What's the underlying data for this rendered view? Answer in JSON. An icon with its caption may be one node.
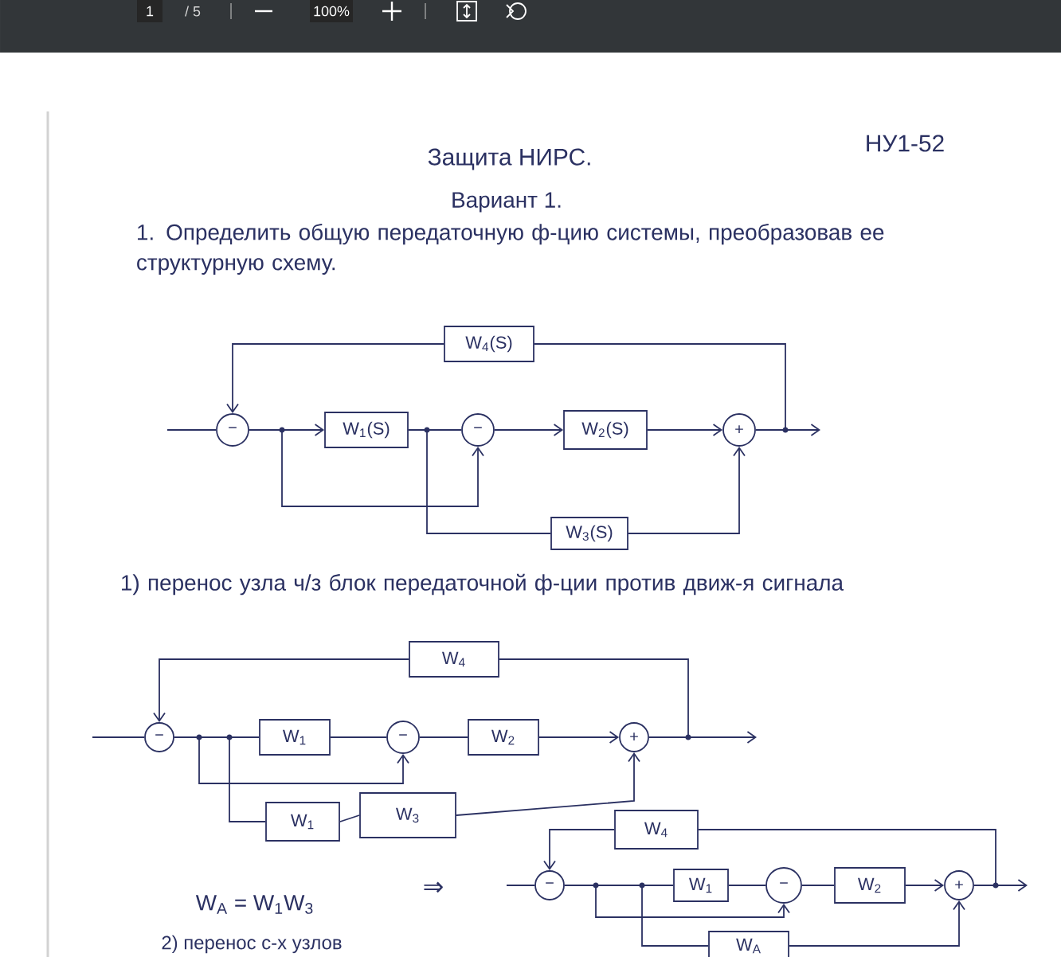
{
  "diagram": {
    "title": "Защита НИРС.",
    "nodes": [
      {
        "text": [
          "−"
        ]
      },
      {
        "text": [
          "W$_{1}$(S)"
        ]
      },
      {
        "text": [
          "−"
        ]
      },
      {
        "text": [
          "W$_{2}$(S)"
        ]
      },
      {
        "text": [
          "+"
        ]
      },
      {
        "text": [
          "W$_{4}$(S)"
        ]
      },
      {
        "text": [
          "W$_{3}$(S)"
        ]
      },
      {
        "text": [
          "−"
        ]
      },
      {
        "text": [
          "W$_{1}$"
        ]
      },
      {
        "text": [
          "−"
        ]
      },
      {
        "text": [
          "W$_{2}$"
        ]
      },
      {
        "text": [
          "+"
        ]
      },
      {
        "text": [
          "W$_{4}$"
        ]
      },
      {
        "text": [
          "W$_{1}$"
        ]
      },
      {
        "text": [
          "W$_{3}$"
        ]
      },
      {
        "text": [
          "−"
        ]
      },
      {
        "text": [
          "W$_{1}$"
        ]
      },
      {
        "text": [
          "−"
        ]
      },
      {
        "text": [
          "W$_{2}$"
        ]
      },
      {
        "text": [
          "+"
        ]
      },
      {
        "text": [
          "W$_{4}$"
        ]
      },
      {
        "text": [
          "W$_{A}$"
        ]
      }
    ],
    "edges": [
      {
        "from": null,
        "to": 0,
        "arrow": "none"
      },
      {
        "from": 0,
        "to": 1,
        "arrow": "to"
      },
      {
        "from": 0,
        "to": 2,
        "arrow": "to"
      },
      {
        "from": 1,
        "to": 2,
        "arrow": "none"
      },
      {
        "from": 1,
        "to": 6,
        "arrow": "none"
      },
      {
        "from": 6,
        "to": 4,
        "arrow": "to"
      },
      {
        "from": 2,
        "to": 3,
        "arrow": "to"
      },
      {
        "from": 3,
        "to": 4,
        "arrow": "to"
      },
      {
        "from": 4,
        "to": null,
        "arrow": "to"
      },
      {
        "from": 4,
        "to": 5,
        "arrow": "none"
      },
      {
        "from": 5,
        "to": 0,
        "arrow": "to"
      },
      {
        "from": null,
        "to": 7,
        "arrow": "none"
      },
      {
        "from": 7,
        "to": 8,
        "arrow": "none"
      },
      {
        "from": 7,
        "to": 9,
        "arrow": "to"
      },
      {
        "from": 7,
        "to": 13,
        "arrow": "none"
      },
      {
        "from": 8,
        "to": 9,
        "arrow": "none"
      },
      {
        "from": 9,
        "to": 10,
        "arrow": "none"
      },
      {
        "from": 10,
        "to": 11,
        "arrow": "to"
      },
      {
        "from": 13,
        "to": 14,
        "arrow": "none"
      },
      {
        "from": 14,
        "to": 11,
        "arrow": "to"
      },
      {
        "from": 11,
        "to": null,
        "arrow": "to"
      },
      {
        "from": 11,
        "to": 12,
        "arrow": "none"
      },
      {
        "from": 12,
        "to": 7,
        "arrow": "to"
      },
      {
        "from": null,
        "to": 15,
        "arrow": "none"
      },
      {
        "from": 15,
        "to": 16,
        "arrow": "none"
      },
      {
        "from": 15,
        "to": 17,
        "arrow": "to"
      },
      {
        "from": 15,
        "to": 21,
        "arrow": "none"
      },
      {
        "from": 16,
        "to": 17,
        "arrow": "none"
      },
      {
        "from": 17,
        "to": 18,
        "arrow": "none"
      },
      {
        "from": 18,
        "to": 19,
        "arrow": "to"
      },
      {
        "from": 21,
        "to": 19,
        "arrow": "to"
      },
      {
        "from": 19,
        "to": null,
        "arrow": "to"
      },
      {
        "from": 19,
        "to": 20,
        "arrow": "none"
      },
      {
        "from": 20,
        "to": 15,
        "arrow": "to"
      }
    ],
    "labels": [
      "1",
      "/ 5",
      "100%",
      "НУ1-52",
      "Вариант 1.",
      "1. Определить общую передаточную ф-цию системы, преобразовав ее структурную схему.",
      "1) перенос узла ч/з блок передаточной ф-ции против движ-я сигнала",
      "W$_{A}$ = W$_{1}$W$_{3}$",
      "⇒",
      "2) перенос с-х узлов"
    ]
  }
}
